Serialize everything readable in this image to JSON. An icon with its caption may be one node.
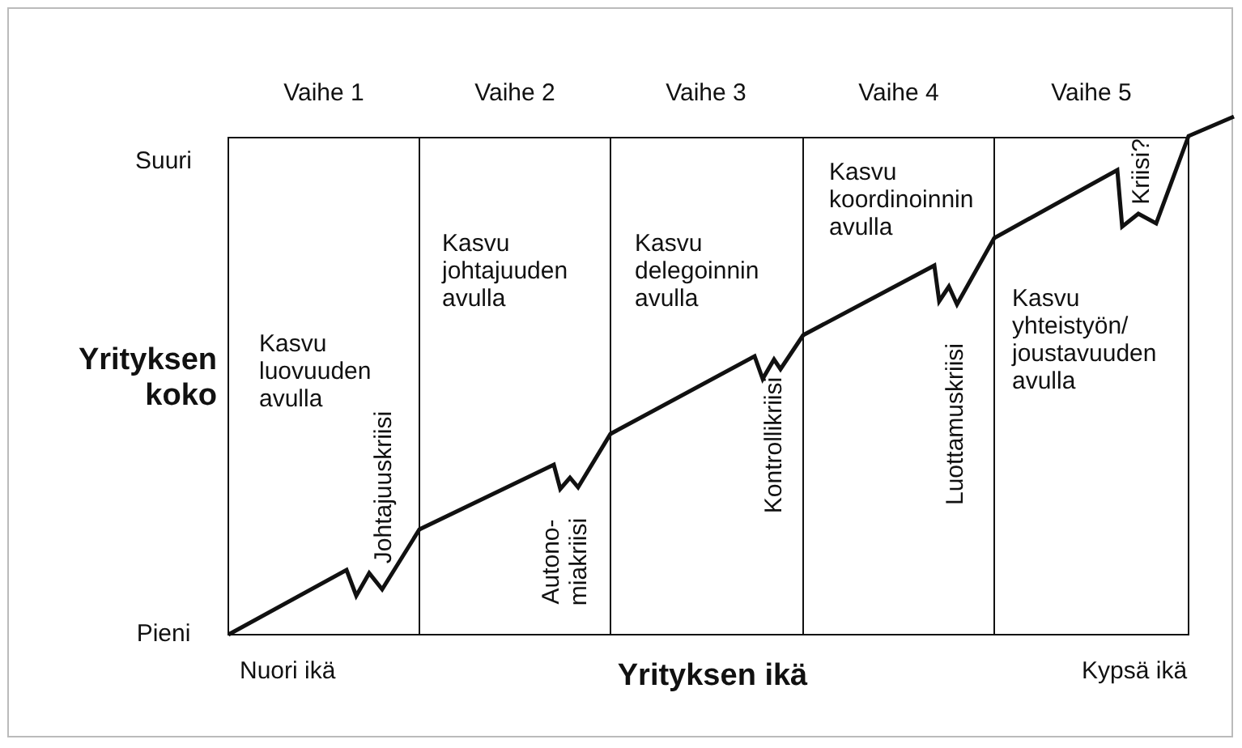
{
  "diagram": {
    "labels": [
      "Vaihe 1",
      "Vaihe 2",
      "Vaihe 3",
      "Vaihe 4",
      "Vaihe 5",
      "Suuri",
      "Kasvu koordinoinnin avulla",
      "Kriisi?",
      "Kasvu johtajuuden avulla",
      "Kasvu delegoinnin avulla",
      "Yrityksen koko",
      "Kasvu luovuuden avulla",
      "Kasvu yhteistyön/ joustavuuden avulla",
      "Johtajuuskriisi",
      "Kontrollikriisi",
      "Luottamuskriisi",
      "Autono- miakriisi",
      "Pieni",
      "Nuori ikä",
      "Yrityksen ikä",
      "Kypsä ikä"
    ]
  }
}
